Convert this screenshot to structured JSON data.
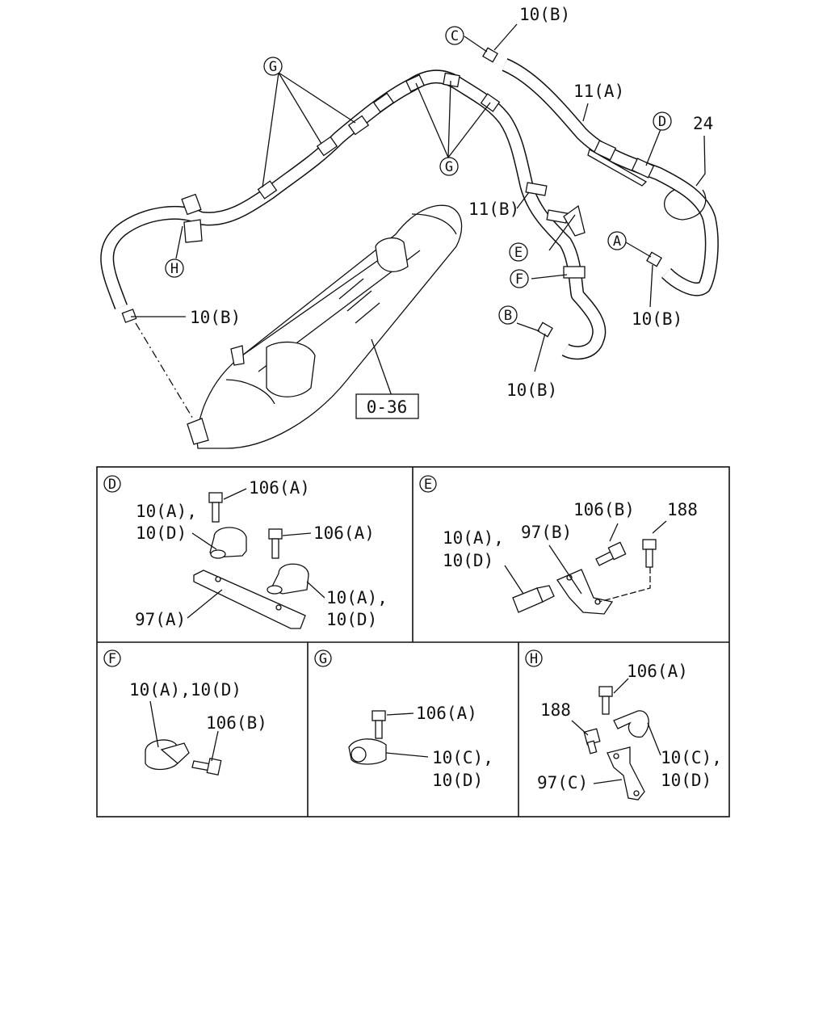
{
  "main": {
    "callouts": {
      "c": "C",
      "g_top": "G",
      "g_mid": "G",
      "d": "D",
      "h": "H",
      "e": "E",
      "f": "F",
      "a": "A",
      "b": "B"
    },
    "labels": {
      "l10b_top": "10(B)",
      "l11a": "11(A)",
      "l24": "24",
      "l11b": "11(B)",
      "l10b_left": "10(B)",
      "l10b_right": "10(B)",
      "l10b_bottom": "10(B)",
      "ref": "0-36"
    }
  },
  "details": {
    "d": {
      "tag": "D",
      "l106a_1": "106(A)",
      "l10a": "10(A),",
      "l10d": "10(D)",
      "l106a_2": "106(A)",
      "l10a_2": "10(A),",
      "l10d_2": "10(D)",
      "l97a": "97(A)"
    },
    "e": {
      "tag": "E",
      "l106b": "106(B)",
      "l188": "188",
      "l10a": "10(A),",
      "l97b": "97(B)",
      "l10d": "10(D)"
    },
    "f": {
      "tag": "F",
      "l10ad": "10(A),10(D)",
      "l106b": "106(B)"
    },
    "g": {
      "tag": "G",
      "l106a": "106(A)",
      "l10c": "10(C),",
      "l10d": "10(D)"
    },
    "h": {
      "tag": "H",
      "l106a": "106(A)",
      "l188": "188",
      "l10c": "10(C),",
      "l97c": "97(C)",
      "l10d": "10(D)"
    }
  }
}
